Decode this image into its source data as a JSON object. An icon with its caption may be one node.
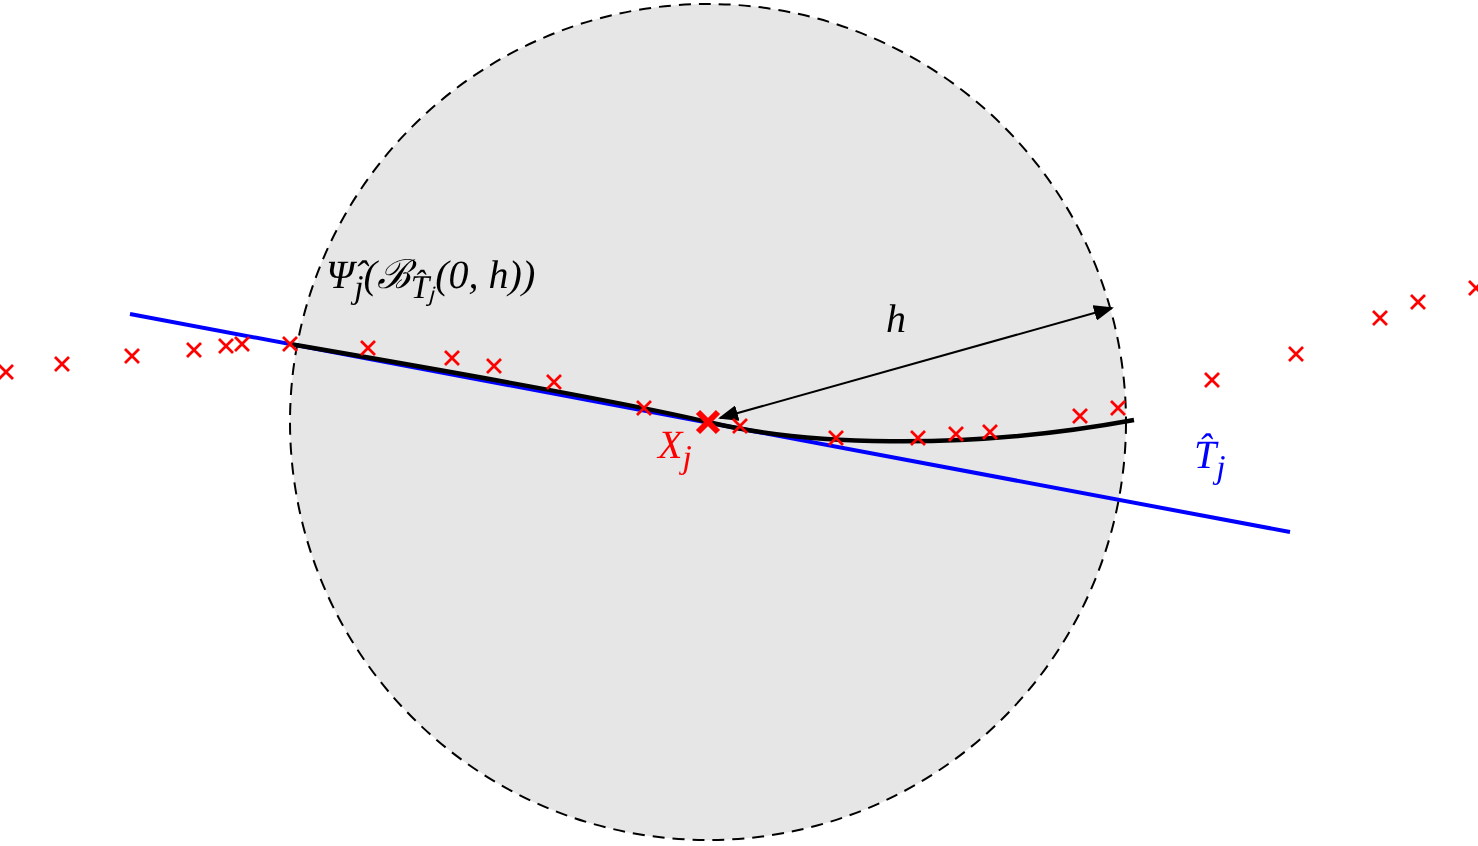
{
  "diagram": {
    "labels": [
      "Ψ̂$_{j}$(ℬ$_{T̂ⱼ}$(0, h))",
      "h",
      "X$_{j}$",
      "T̂$_{j}$"
    ]
  }
}
